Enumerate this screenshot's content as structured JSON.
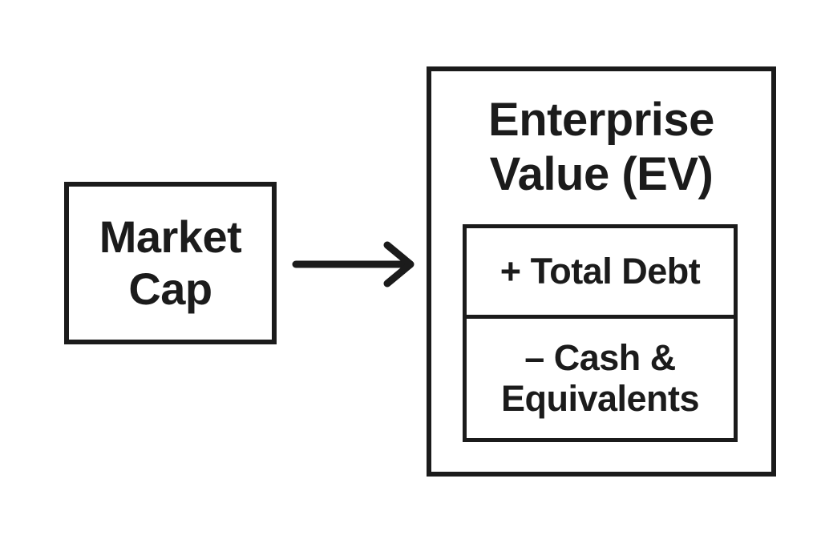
{
  "colors": {
    "ink": "#1b1b1b",
    "bg": "#ffffff"
  },
  "diagram": {
    "market_cap": {
      "label": "Market Cap"
    },
    "arrow": {
      "icon": "right-arrow-icon",
      "direction": "right"
    },
    "enterprise_value": {
      "title": "Enterprise Value (EV)",
      "components": [
        {
          "label": "+ Total Debt"
        },
        {
          "label": "– Cash & Equivalents"
        }
      ]
    }
  }
}
